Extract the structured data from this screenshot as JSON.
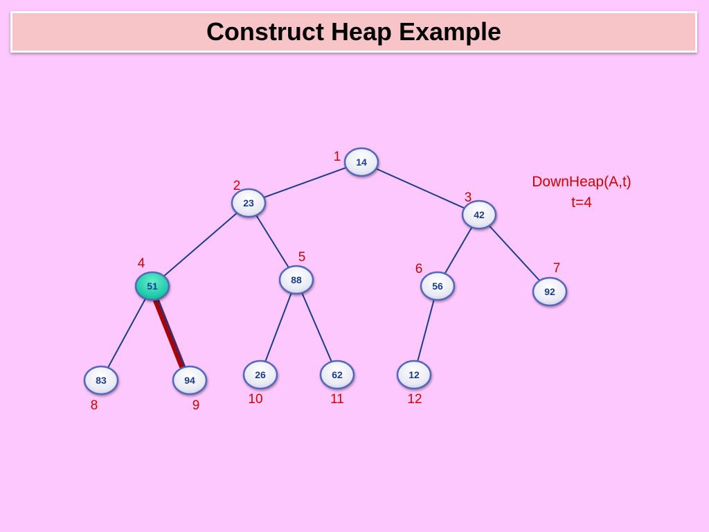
{
  "title": "Construct Heap Example",
  "annotation": {
    "line1": "DownHeap(A,t)",
    "line2": "t=4"
  },
  "colors": {
    "background": "#fdc8fd",
    "title_background": "#f7c4c8",
    "edge": "#1a3a8c",
    "highlight_edge": "#aa0000",
    "node_fill": "#eef0f8",
    "node_border": "#5566bb",
    "highlight_node": "#22ccaa",
    "index_text": "#cc0000"
  },
  "heap": {
    "current_index": 4,
    "highlight_edge": [
      4,
      9
    ],
    "nodes": [
      {
        "index": "1",
        "value": "14"
      },
      {
        "index": "2",
        "value": "23"
      },
      {
        "index": "3",
        "value": "42"
      },
      {
        "index": "4",
        "value": "51"
      },
      {
        "index": "5",
        "value": "88"
      },
      {
        "index": "6",
        "value": "56"
      },
      {
        "index": "7",
        "value": "92"
      },
      {
        "index": "8",
        "value": "83"
      },
      {
        "index": "9",
        "value": "94"
      },
      {
        "index": "10",
        "value": "26"
      },
      {
        "index": "11",
        "value": "62"
      },
      {
        "index": "12",
        "value": "12"
      }
    ]
  }
}
